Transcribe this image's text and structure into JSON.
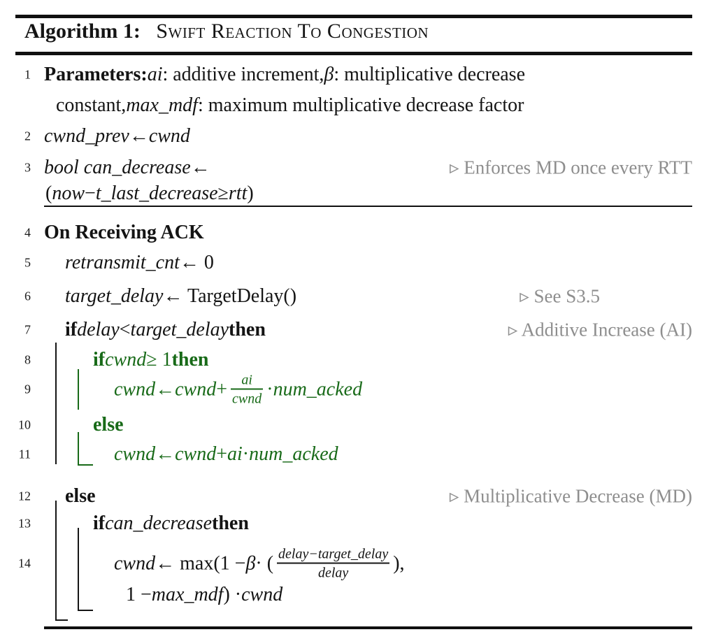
{
  "title": {
    "label": "Algorithm 1:",
    "name": "Swift Reaction To Congestion"
  },
  "colors": {
    "code_green": "#186a18",
    "comment_gray": "#8e8e8e",
    "text_black": "#141414"
  },
  "lines": [
    {
      "num": "1",
      "indent": 0,
      "segments": [
        {
          "t": "Parameters: ",
          "s": "kw"
        },
        {
          "t": "ai",
          "s": "v"
        },
        {
          "t": ": additive increment, ",
          "s": "p"
        },
        {
          "t": "β",
          "s": "v"
        },
        {
          "t": ": multiplicative decrease",
          "s": "p"
        }
      ]
    },
    {
      "num": "",
      "cont": true,
      "segments": [
        {
          "t": "constant, ",
          "s": "p"
        },
        {
          "t": "max_mdf",
          "s": "v"
        },
        {
          "t": ": maximum multiplicative decrease factor",
          "s": "p"
        }
      ]
    },
    {
      "num": "2",
      "indent": 0,
      "segments": [
        {
          "t": "cwnd_prev",
          "s": "v"
        },
        {
          "t": " ← ",
          "s": "p"
        },
        {
          "t": "cwnd",
          "s": "v"
        }
      ]
    },
    {
      "num": "3",
      "indent": 0,
      "segments": [
        {
          "t": "bool can_decrease",
          "s": "v"
        },
        {
          "t": " ←",
          "s": "p"
        }
      ],
      "comment": "▹ Enforces MD once every RTT"
    },
    {
      "num": "",
      "cont": true,
      "segments": [
        {
          "t": "(",
          "s": "p"
        },
        {
          "t": "now",
          "s": "v"
        },
        {
          "t": " − ",
          "s": "p"
        },
        {
          "t": "t_last_decrease",
          "s": "v"
        },
        {
          "t": " ≥ ",
          "s": "p"
        },
        {
          "t": "rtt",
          "s": "v"
        },
        {
          "t": ")",
          "s": "p"
        }
      ]
    },
    {
      "num": "4",
      "indent": 0,
      "segments": [
        {
          "t": "On Receiving ACK",
          "s": "kw"
        }
      ]
    },
    {
      "num": "5",
      "indent": 1,
      "segments": [
        {
          "t": "retransmit_cnt",
          "s": "v"
        },
        {
          "t": " ← 0",
          "s": "p"
        }
      ]
    },
    {
      "num": "6",
      "indent": 1,
      "segments": [
        {
          "t": "target_delay",
          "s": "v"
        },
        {
          "t": " ← TargetDelay()",
          "s": "p"
        }
      ],
      "comment": "▹ See S3.5"
    },
    {
      "num": "7",
      "indent": 1,
      "segments": [
        {
          "t": "if ",
          "s": "kw"
        },
        {
          "t": "delay",
          "s": "v"
        },
        {
          "t": " < ",
          "s": "p"
        },
        {
          "t": "target_delay",
          "s": "v"
        },
        {
          "t": " then",
          "s": "kw"
        }
      ],
      "comment": "▹ Additive Increase (AI)"
    },
    {
      "num": "8",
      "indent": 2,
      "green": true,
      "segments": [
        {
          "t": "if ",
          "s": "kw"
        },
        {
          "t": "cwnd",
          "s": "v"
        },
        {
          "t": " ≥ 1 ",
          "s": "p"
        },
        {
          "t": "then",
          "s": "kw"
        }
      ]
    },
    {
      "num": "9",
      "indent": 3,
      "green": true,
      "segments": [
        {
          "t": "cwnd",
          "s": "v"
        },
        {
          "t": " ← ",
          "s": "p"
        },
        {
          "t": "cwnd",
          "s": "v"
        },
        {
          "t": " + ",
          "s": "p"
        },
        {
          "s": "frac",
          "n": "ai",
          "d": "cwnd"
        },
        {
          "t": " · ",
          "s": "p"
        },
        {
          "t": "num_acked",
          "s": "v"
        }
      ]
    },
    {
      "num": "10",
      "indent": 2,
      "green": true,
      "segments": [
        {
          "t": "else",
          "s": "kw"
        }
      ]
    },
    {
      "num": "11",
      "indent": 3,
      "green": true,
      "segments": [
        {
          "t": "cwnd",
          "s": "v"
        },
        {
          "t": " ← ",
          "s": "p"
        },
        {
          "t": "cwnd",
          "s": "v"
        },
        {
          "t": " + ",
          "s": "p"
        },
        {
          "t": "ai",
          "s": "v"
        },
        {
          "t": " · ",
          "s": "p"
        },
        {
          "t": "num_acked",
          "s": "v"
        }
      ]
    },
    {
      "num": "12",
      "indent": 1,
      "segments": [
        {
          "t": "else",
          "s": "kw"
        }
      ],
      "comment": "▹ Multiplicative Decrease (MD)"
    },
    {
      "num": "13",
      "indent": 2,
      "segments": [
        {
          "t": "if ",
          "s": "kw"
        },
        {
          "t": "can_decrease",
          "s": "v"
        },
        {
          "t": " then",
          "s": "kw"
        }
      ]
    },
    {
      "num": "14",
      "indent": 3,
      "segments": [
        {
          "t": "cwnd",
          "s": "v"
        },
        {
          "t": " ← max(1 − ",
          "s": "p"
        },
        {
          "t": "β",
          "s": "v"
        },
        {
          "t": " · (",
          "s": "p"
        },
        {
          "s": "frac",
          "n": "delay−target_delay",
          "d": "delay"
        },
        {
          "t": "),",
          "s": "p"
        }
      ]
    },
    {
      "num": "",
      "cont": true,
      "segments": [
        {
          "t": "1 − ",
          "s": "p"
        },
        {
          "t": "max_mdf",
          "s": "v"
        },
        {
          "t": ") · ",
          "s": "p"
        },
        {
          "t": "cwnd",
          "s": "v"
        }
      ]
    }
  ]
}
